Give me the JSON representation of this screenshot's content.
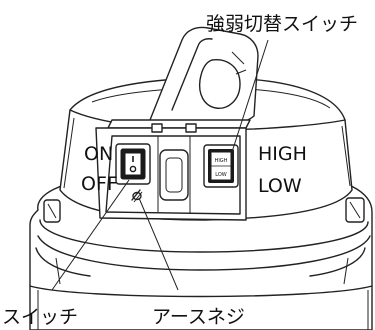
{
  "labels": {
    "strength_switch": "強弱切替スイッチ",
    "on": "ON",
    "off": "OFF",
    "high": "HIGH",
    "low": "LOW",
    "switch": "スイッチ",
    "ground_screw": "アースネジ",
    "switch_small_high": "HIGH",
    "switch_small_low": "LOW"
  }
}
